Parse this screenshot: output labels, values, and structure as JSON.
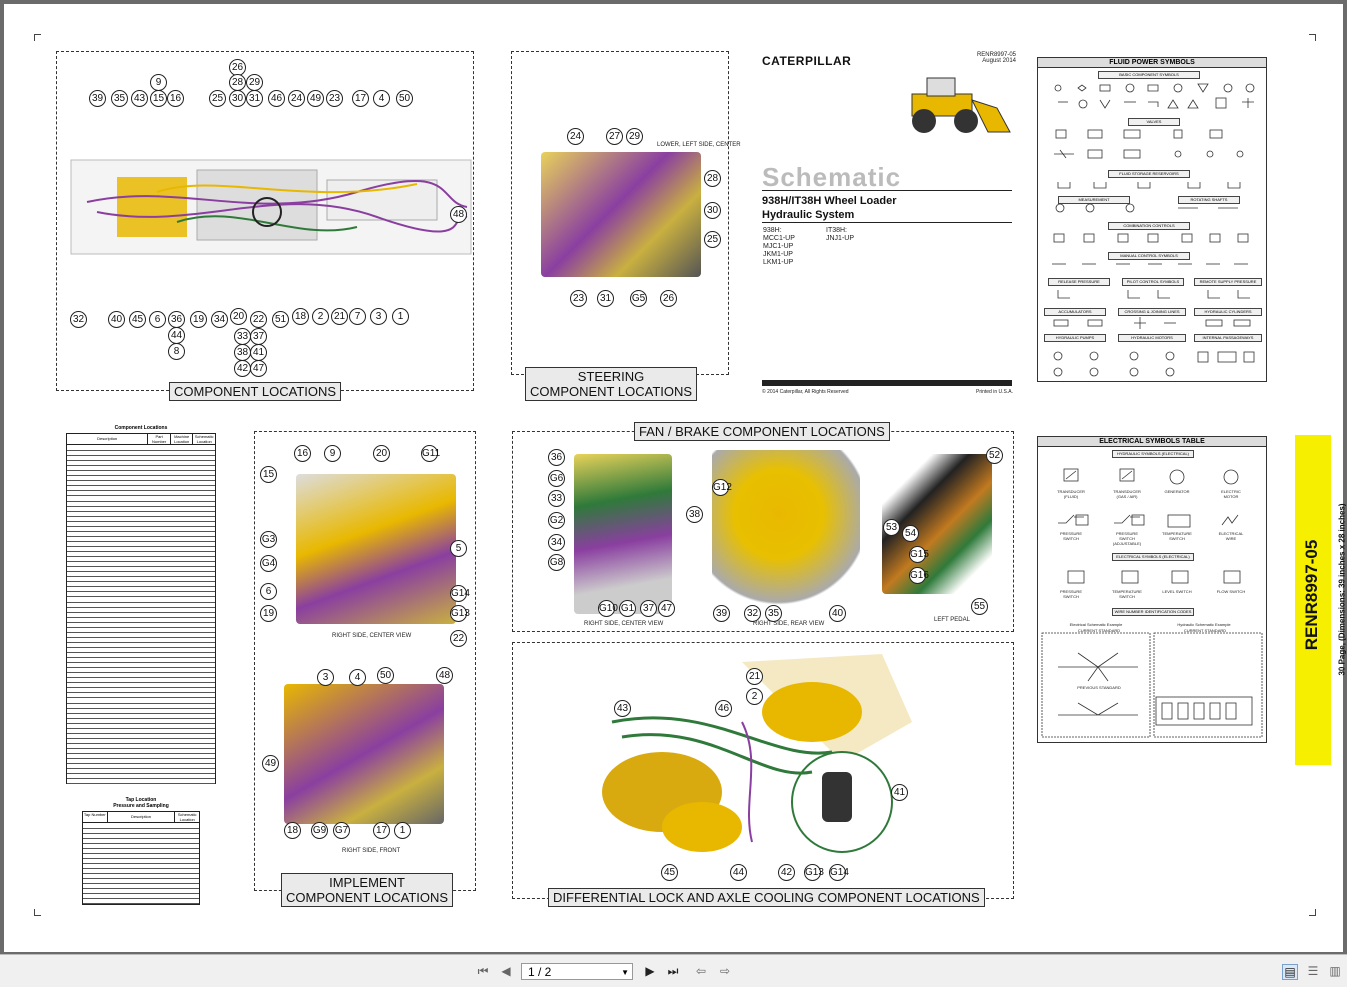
{
  "header": {
    "brand": "CATERPILLAR",
    "doc_number": "RENR8997-05",
    "doc_date": "August 2014",
    "schematic_word": "Schematic",
    "model_line1": "938H/IT38H Wheel Loader",
    "model_line2": "Hydraulic System",
    "serial_938_title": "938H:",
    "serial_938": [
      "MCC1-UP",
      "MJC1-UP",
      "JKM1-UP",
      "LKM1-UP"
    ],
    "serial_it38_title": "IT38H:",
    "serial_it38": [
      "JNJ1-UP"
    ],
    "copyright": "© 2014 Caterpillar, All Rights Reserved",
    "printed": "Printed in U.S.A."
  },
  "panels": {
    "component_locations": "COMPONENT LOCATIONS",
    "steering_line1": "STEERING",
    "steering_line2": "COMPONENT LOCATIONS",
    "steering_view": "LOWER, LEFT SIDE, CENTER",
    "fan_brake": "FAN / BRAKE COMPONENT  LOCATIONS",
    "fan_view1": "RIGHT SIDE, CENTER VIEW",
    "fan_view2": "RIGHT SIDE, REAR VIEW",
    "fan_view3": "LEFT PEDAL",
    "implement_line1": "IMPLEMENT",
    "implement_line2": "COMPONENT LOCATIONS",
    "impl_view1": "RIGHT SIDE, CENTER VIEW",
    "impl_view2": "RIGHT SIDE, FRONT",
    "diff_lock": "DIFFERENTIAL LOCK AND AXLE COOLING COMPONENT LOCATIONS"
  },
  "callouts": {
    "top": [
      "39",
      "35",
      "43",
      "9",
      "15",
      "16",
      "25",
      "26",
      "28",
      "29",
      "30",
      "31",
      "46",
      "24",
      "49",
      "23",
      "17",
      "4",
      "50",
      "48"
    ],
    "bottom": [
      "32",
      "40",
      "45",
      "6",
      "36",
      "19",
      "34",
      "20",
      "22",
      "51",
      "18",
      "2",
      "21",
      "7",
      "3",
      "1",
      "44",
      "8",
      "33",
      "37",
      "38",
      "41",
      "42",
      "47"
    ],
    "steering": [
      "24",
      "27",
      "29",
      "28",
      "30",
      "25",
      "23",
      "31",
      "G5",
      "26"
    ],
    "fan": [
      "36",
      "G6",
      "33",
      "G2",
      "34",
      "G8",
      "38",
      "G10",
      "G1",
      "37",
      "47",
      "G12",
      "39",
      "32",
      "35",
      "40",
      "52",
      "53",
      "54",
      "G15",
      "G16",
      "55"
    ],
    "impl1": [
      "16",
      "9",
      "20",
      "G11",
      "15",
      "G3",
      "G4",
      "5",
      "6",
      "19",
      "G14",
      "G13",
      "22"
    ],
    "impl2": [
      "3",
      "4",
      "50",
      "48",
      "49",
      "18",
      "G9",
      "G7",
      "17",
      "1"
    ],
    "diff": [
      "21",
      "2",
      "43",
      "46",
      "41",
      "45",
      "44",
      "42",
      "G13",
      "G14"
    ]
  },
  "tables": {
    "component_title": "Component Locations",
    "component_cols": [
      "Description",
      "Part Number",
      "Machine Location",
      "Schematic Location"
    ],
    "tap_title": "Tap Location",
    "tap_subtitle": "Pressure and Sampling",
    "tap_cols": [
      "Tap Number",
      "Description",
      "Schematic Location"
    ]
  },
  "fluid_symbols": {
    "title": "FLUID POWER SYMBOLS",
    "sections": [
      "BASIC COMPONENT SYMBOLS",
      "VALVES",
      "FLUID STORAGE RESERVOIRS",
      "MEASUREMENT",
      "ROTATING SHAFTS",
      "COMBINATION CONTROLS",
      "MANUAL CONTROL SYMBOLS",
      "RELEASE PRESSURE",
      "PILOT CONTROL SYMBOLS",
      "REMOTE SUPPLY PRESSURE",
      "ACCUMULATORS",
      "CROSSING & JOINING LINES",
      "HYDRAULIC CYLINDERS",
      "HYDRAULIC PUMPS",
      "HYDRAULIC MOTORS",
      "INTERNAL PASSAGEWAYS"
    ]
  },
  "electrical_symbols": {
    "title": "ELECTRICAL SYMBOLS TABLE",
    "sub1": "HYDRAULIC SYMBOLS (ELECTRICAL)",
    "row1": [
      "TRANSDUCER (FLUID)",
      "TRANSDUCER (GAS / AIR)",
      "GENERATOR",
      "ELECTRIC MOTOR"
    ],
    "row2": [
      "PRESSURE SWITCH",
      "PRESSURE SWITCH (ADJUSTABLE)",
      "TEMPERATURE SWITCH",
      "ELECTRICAL WIRE"
    ],
    "sub2": "ELECTRICAL SYMBOLS (ELECTRICAL)",
    "row3": [
      "PRESSURE SWITCH",
      "TEMPERATURE SWITCH",
      "LEVEL SWITCH",
      "FLOW SWITCH"
    ],
    "sub3": "WIRE NUMBER IDENTIFICATION CODES",
    "ex1": "Electrical Schematic Example",
    "ex2": "Hydraulic Schematic Example",
    "std": "CURRENT STANDARD",
    "prev": "PREVIOUS STANDARD"
  },
  "side_tab": {
    "doc": "RENR8997-05",
    "info": "30 Page, (Dimensions: 39 inches x 28 inches)"
  },
  "viewer": {
    "page_indicator": "1 / 2"
  },
  "colors": {
    "accent_yellow": "#f6f000",
    "machine_yellow": "#e8b800",
    "hose_purple": "#8a3fa0",
    "hose_green": "#2f7a3a"
  }
}
